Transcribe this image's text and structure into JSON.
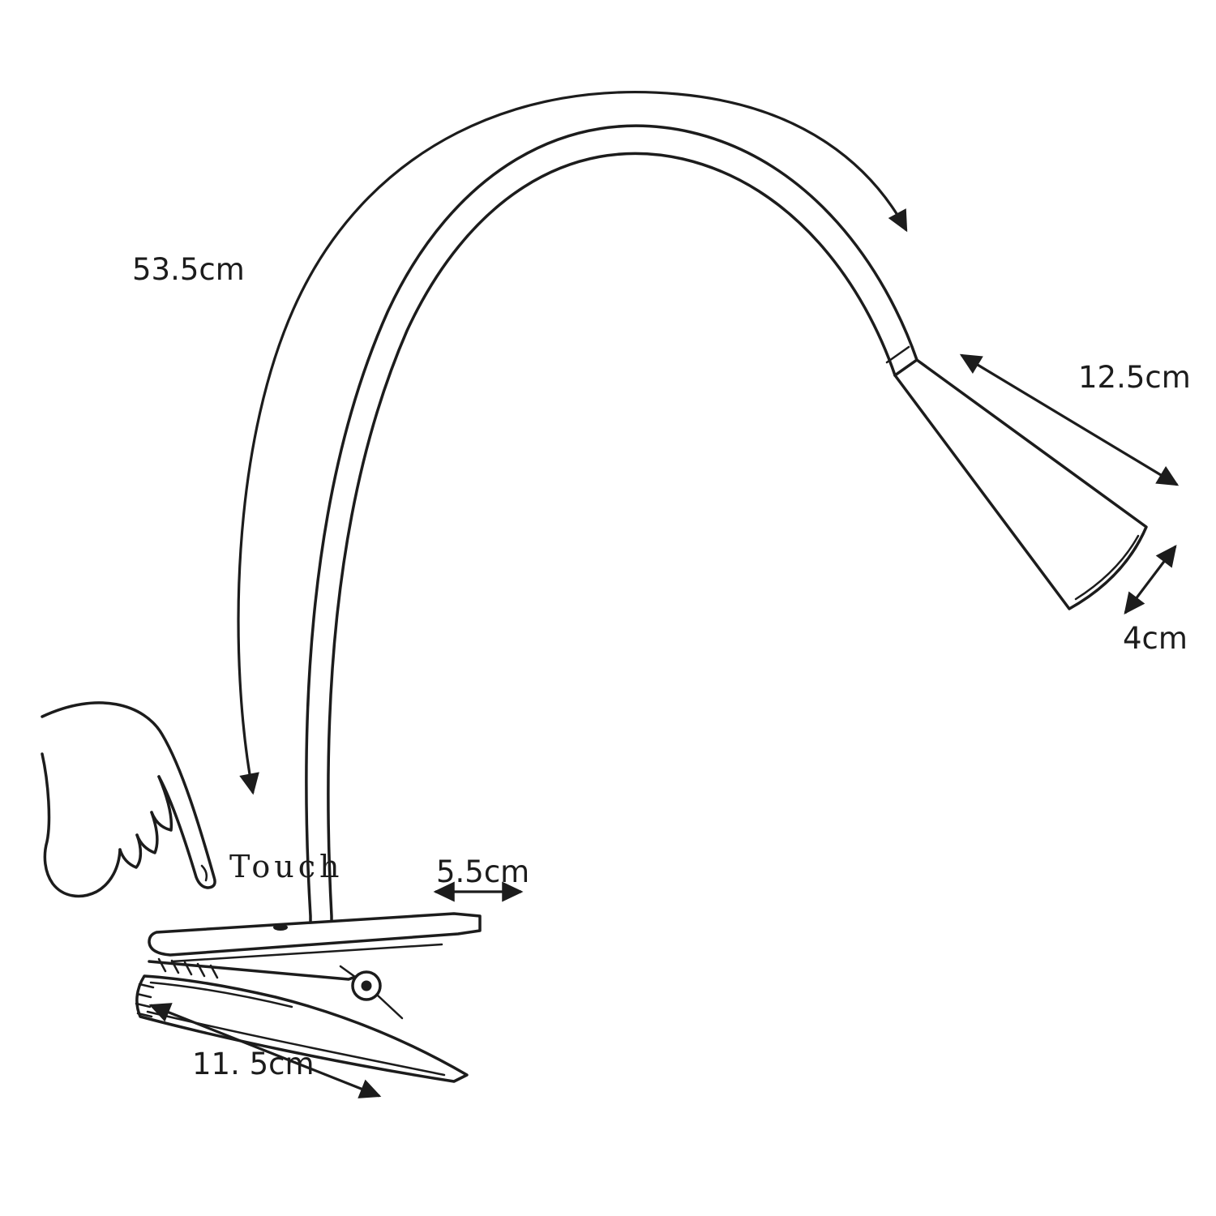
{
  "figure": {
    "kind": "technical line drawing",
    "subject": "clip-on flexible gooseneck LED lamp with touch control and dimension annotations"
  },
  "labels": {
    "arm_length": "53.5cm",
    "head_length": "12.5cm",
    "head_width": "4cm",
    "touch": "Touch",
    "clamp_top_width": "5.5cm",
    "clamp_length": "11. 5cm"
  },
  "colors": {
    "line": "#1c1c1c",
    "background": "#ffffff"
  }
}
